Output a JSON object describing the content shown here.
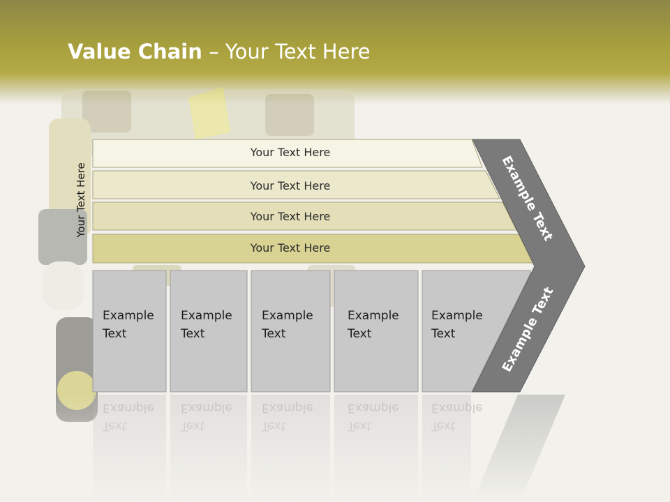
{
  "slide": {
    "title_bold": "Value Chain",
    "title_rest": " – Your Text Here",
    "side_label": "Your Text Here",
    "bars": [
      {
        "label": "Your Text Here"
      },
      {
        "label": "Your Text Here"
      },
      {
        "label": "Your Text Here"
      },
      {
        "label": "Your Text Here"
      }
    ],
    "boxes": [
      {
        "line1": "Example",
        "line2": "Text"
      },
      {
        "line1": "Example",
        "line2": "Text"
      },
      {
        "line1": "Example",
        "line2": "Text"
      },
      {
        "line1": "Example",
        "line2": "Text"
      },
      {
        "line1": "Example",
        "line2": "Text"
      }
    ],
    "chevron_top_label": "Example Text",
    "chevron_bottom_label": "Example Text"
  },
  "colors": {
    "header": "#a8a03c",
    "bar1": "#f6f4e4",
    "bar2": "#ece8cc",
    "bar3": "#e4dfb8",
    "bar4": "#d9d393",
    "box": "#c8c8c8",
    "chevron": "#7a7a7a"
  }
}
